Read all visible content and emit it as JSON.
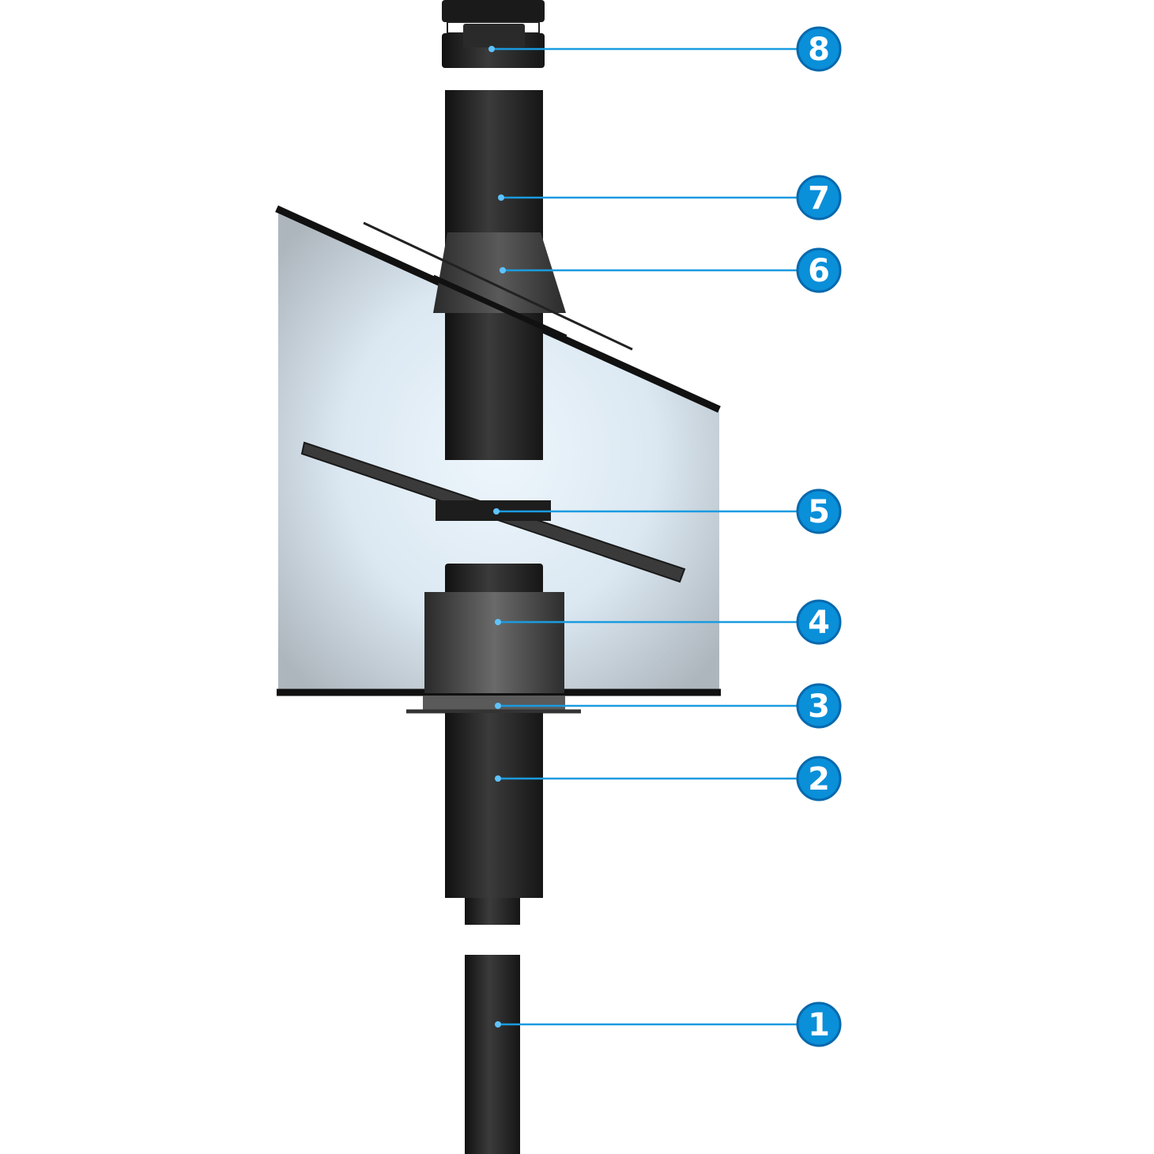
{
  "diagram": {
    "callouts": [
      {
        "id": "1",
        "label": "1"
      },
      {
        "id": "2",
        "label": "2"
      },
      {
        "id": "3",
        "label": "3"
      },
      {
        "id": "4",
        "label": "4"
      },
      {
        "id": "5",
        "label": "5"
      },
      {
        "id": "6",
        "label": "6"
      },
      {
        "id": "7",
        "label": "7"
      },
      {
        "id": "8",
        "label": "8"
      }
    ],
    "colors": {
      "callout_fill": "#0a8fd9",
      "callout_ring": "#0769ad",
      "leader_line": "#1a9be0",
      "pipe_dark": "#1c1c1c",
      "pipe_mid": "#3a3a3a",
      "room_light": "#e9f3fb",
      "room_dark": "#b9c2c9"
    }
  }
}
